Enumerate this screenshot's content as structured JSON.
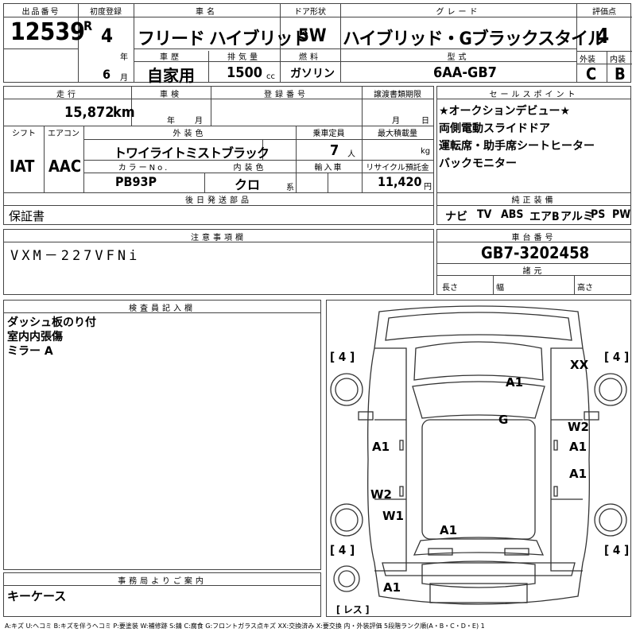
{
  "header": {
    "lot_label": "出品番号",
    "lot_number": "12539",
    "first_reg_label": "初度登録",
    "era": "R",
    "year": "4",
    "year_unit": "年",
    "month": "6",
    "month_unit": "月",
    "car_name_label": "車名",
    "car_name": "フリード ハイブリッド",
    "door_label": "ドア形状",
    "door": "5W",
    "grade_label": "グレード",
    "grade": "ハイブリッド・Gブラックスタイル",
    "score_label": "評価点",
    "score": "4",
    "exterior_label": "外装",
    "exterior": "C",
    "interior_label": "内装",
    "interior": "B",
    "history_label": "車歴",
    "history": "自家用",
    "displacement_label": "排気量",
    "displacement": "1500",
    "displacement_unit": "cc",
    "fuel_label": "燃料",
    "fuel": "ガソリン",
    "model_label": "型式",
    "model": "6AA-GB7"
  },
  "row2": {
    "mileage_label": "走行",
    "mileage": "15,872",
    "mileage_unit": "km",
    "inspection_label": "車検",
    "year_unit": "年",
    "month_unit": "月",
    "reg_no_label": "登録番号",
    "transfer_label": "譲渡書類期限",
    "day_unit": "日",
    "shift_label": "シフト",
    "shift": "IAT",
    "ac_label": "エアコン",
    "ac": "AAC",
    "ext_color_label": "外装色",
    "ext_color": "トワイライトミストブラック",
    "capacity_label": "乗車定員",
    "capacity": "7",
    "capacity_unit": "人",
    "load_label": "最大積載量",
    "load_unit": "kg",
    "color_no_label": "カラーNo.",
    "color_no": "PB93P",
    "int_color_label": "内装色",
    "int_color": "クロ",
    "int_color_unit": "系",
    "import_label": "輸入車",
    "recycle_label": "リサイクル預託金",
    "recycle": "11,420",
    "recycle_unit": "円",
    "later_label": "後日発送部品",
    "later": "保証書"
  },
  "sales": {
    "label": "セールスポイント",
    "items": [
      "★オークションデビュー★",
      "両側電動スライドドア",
      "運転席・助手席シートヒーター",
      "バックモニター"
    ]
  },
  "equipment": {
    "label": "純正装備",
    "items": [
      "ナビ",
      "TV",
      "ABS",
      "エアB",
      "アルミ",
      "PS",
      "PW"
    ]
  },
  "notes": {
    "label": "注意事項欄",
    "text": "VXM－227VFNi"
  },
  "chassis": {
    "label": "車台番号",
    "value": "GB7-3202458",
    "dims_label": "諸元",
    "length_label": "長さ",
    "width_label": "幅",
    "height_label": "高さ"
  },
  "inspector": {
    "label": "検査員記入欄",
    "lines": [
      "ダッシュ板のり付",
      "室内内張傷",
      "ミラー A"
    ]
  },
  "office": {
    "label": "事務局よりご案内",
    "text": "キーケース"
  },
  "diagram": {
    "tire_fl": "[ 4 ]",
    "tire_fr": "[ 4 ]",
    "tire_rl": "[ 4 ]",
    "tire_rr": "[ 4 ]",
    "marks": [
      "XX",
      "A1",
      "G",
      "W2",
      "A1",
      "A1",
      "A1",
      "W2",
      "W1",
      "A1",
      "A1"
    ],
    "less": "[ レス ]"
  },
  "legend": "A:キズ U:ヘコミ B:キズを伴うヘコミ P:要塗装 W:補修跡 S:錆 C:腐食 G:フロントガラス点キズ XX:交換済み X:要交換 内・外装評価 5段階ランク順(A・B・C・D・E) 1"
}
